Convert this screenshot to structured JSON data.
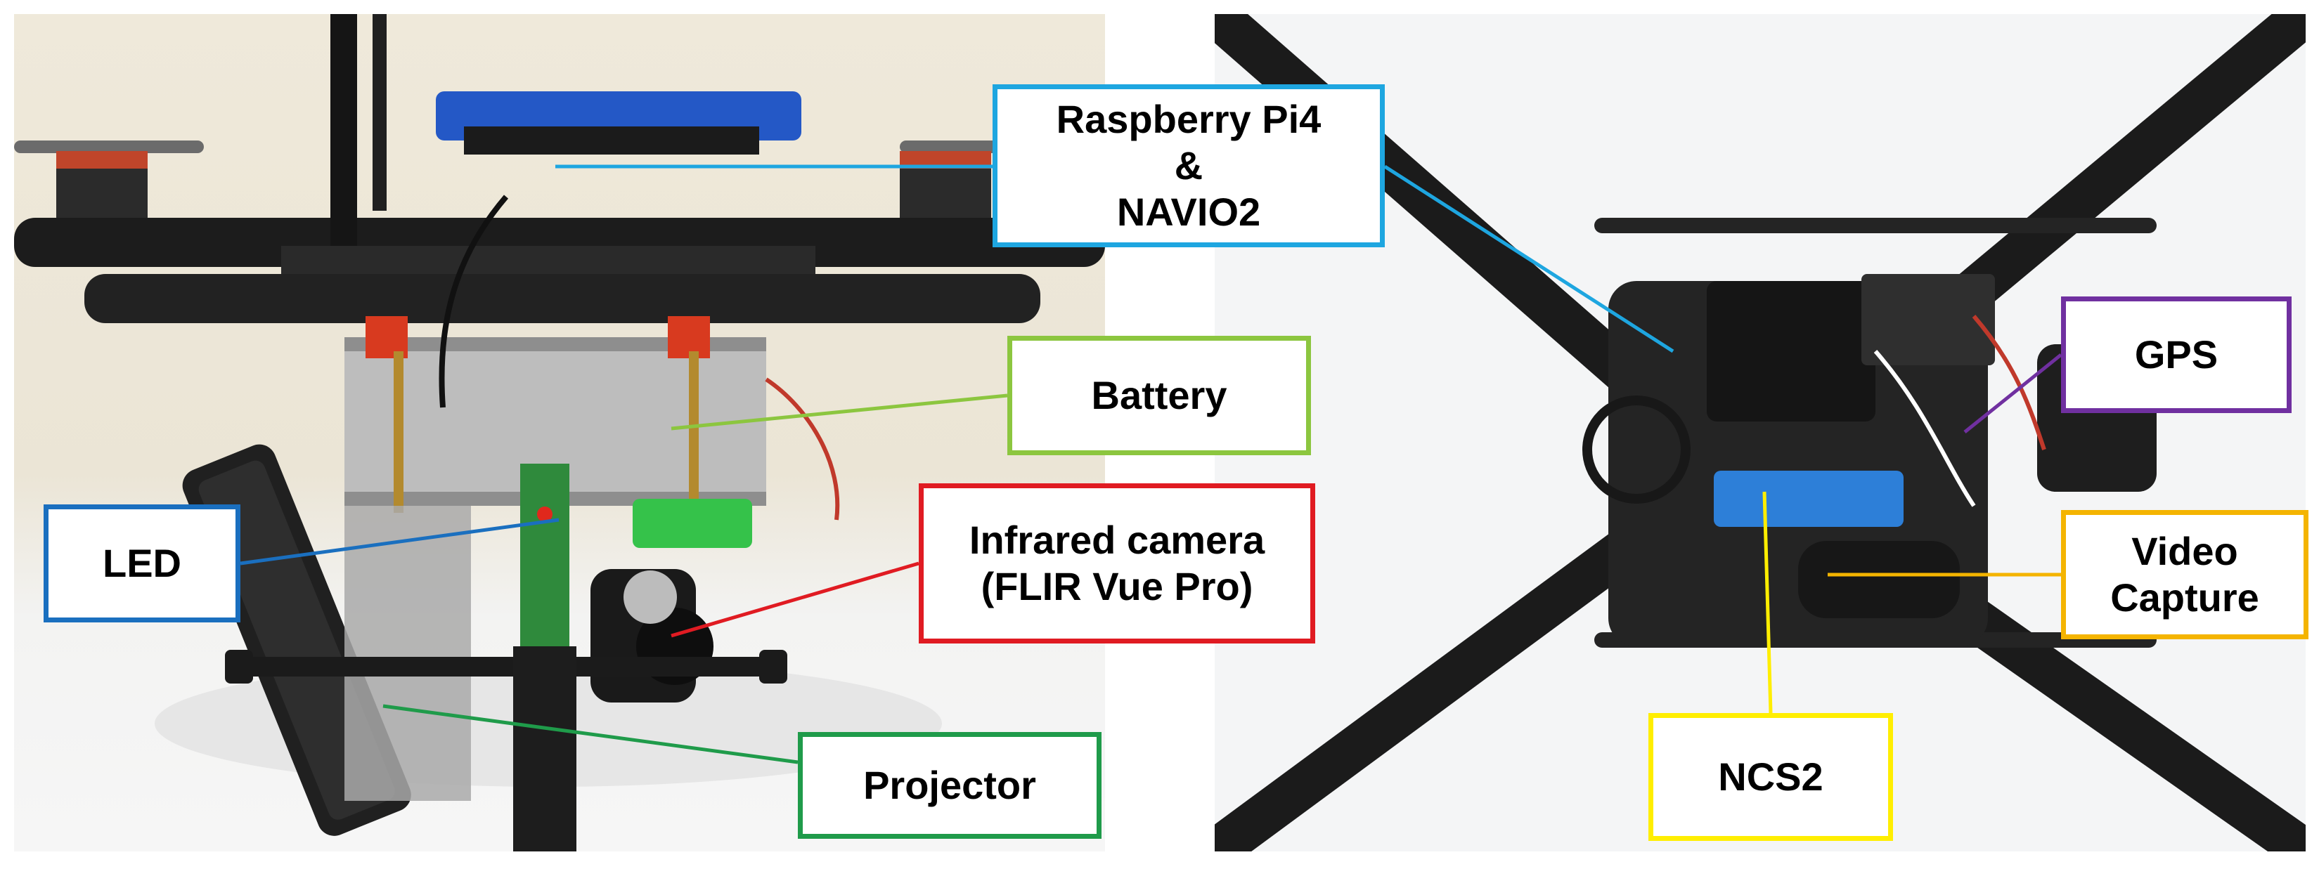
{
  "figure": {
    "left_photo": {
      "labels": [
        {
          "key": "pi",
          "lines": [
            "Raspberry Pi4",
            "&",
            "NAVIO2"
          ],
          "color": "#1ea6e0"
        },
        {
          "key": "battery",
          "lines": [
            "Battery"
          ],
          "color": "#8cc63f"
        },
        {
          "key": "led",
          "lines": [
            "LED"
          ],
          "color": "#1a6fbf"
        },
        {
          "key": "ir",
          "lines": [
            "Infrared camera",
            "(FLIR Vue Pro)"
          ],
          "color": "#e01b22"
        },
        {
          "key": "projector",
          "lines": [
            "Projector"
          ],
          "color": "#1f9b4a"
        }
      ]
    },
    "right_photo": {
      "labels": [
        {
          "key": "gps",
          "lines": [
            "GPS"
          ],
          "color": "#7030a0"
        },
        {
          "key": "video",
          "lines": [
            "Video",
            "Capture"
          ],
          "color": "#f4b400"
        },
        {
          "key": "ncs2",
          "lines": [
            "NCS2"
          ],
          "color": "#ffee00"
        }
      ]
    }
  }
}
